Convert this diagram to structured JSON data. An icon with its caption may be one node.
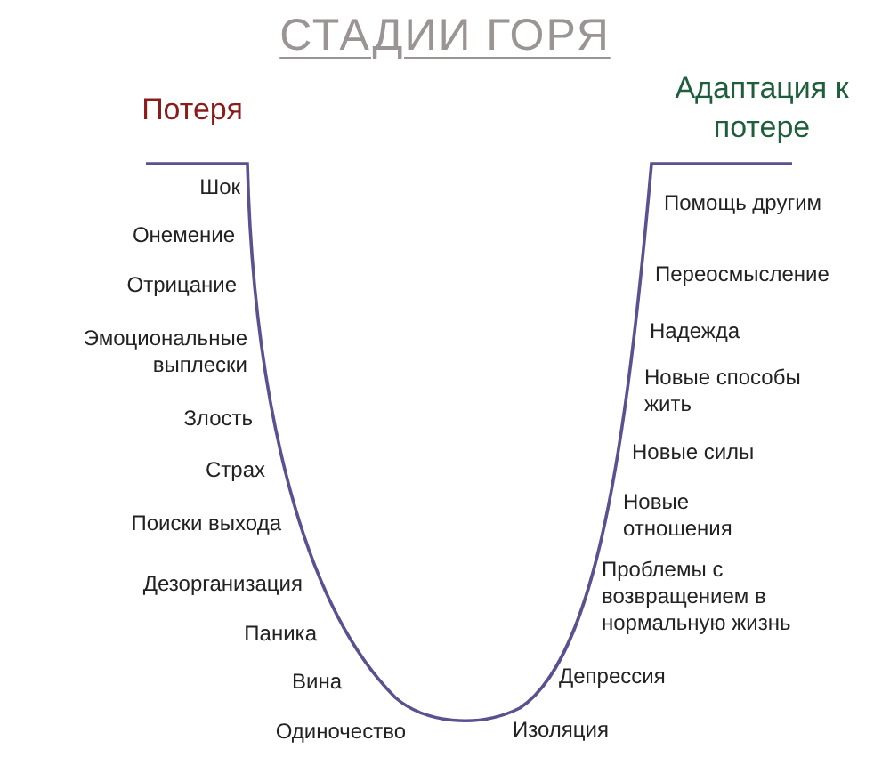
{
  "diagram": {
    "title": "СТАДИИ ГОРЯ",
    "labels": [
      "Потеря",
      "Адаптация к потере",
      "Шок",
      "Онемение",
      "Отрицание",
      "Эмоциональные выплески",
      "Злость",
      "Страх",
      "Поиски выхода",
      "Дезорганизация",
      "Паника",
      "Вина",
      "Одиночество",
      "Помощь другим",
      "Переосмысление",
      "Надежда",
      "Новые способы жить",
      "Новые силы",
      "Новые отношения",
      "Проблемы с возвращением в нормальную жизнь",
      "Депрессия",
      "Изоляция"
    ]
  }
}
